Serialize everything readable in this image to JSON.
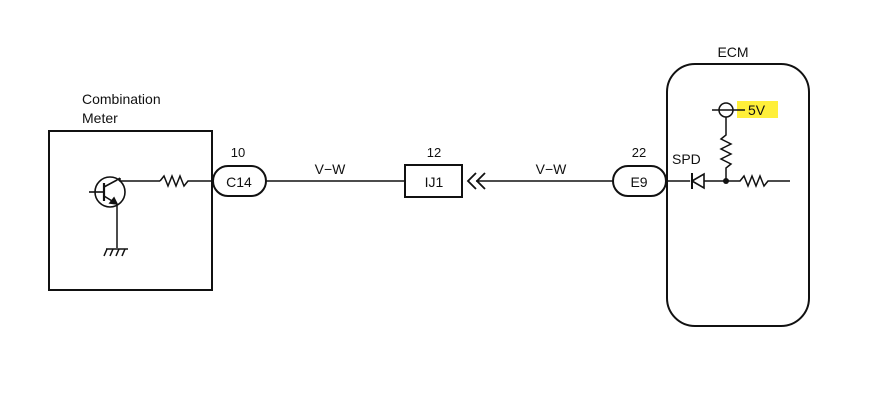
{
  "combination_meter": {
    "title_line1": "Combination",
    "title_line2": "Meter",
    "connector": {
      "pin": "10",
      "name": "C14"
    }
  },
  "junction": {
    "pin": "12",
    "name": "IJ1"
  },
  "wires": {
    "left_color": "V−W",
    "right_color": "V−W"
  },
  "ecm": {
    "title": "ECM",
    "connector": {
      "pin": "22",
      "name": "E9"
    },
    "signal_label": "SPD",
    "supply_label": "5V",
    "highlight_color": "#ffef3a"
  }
}
